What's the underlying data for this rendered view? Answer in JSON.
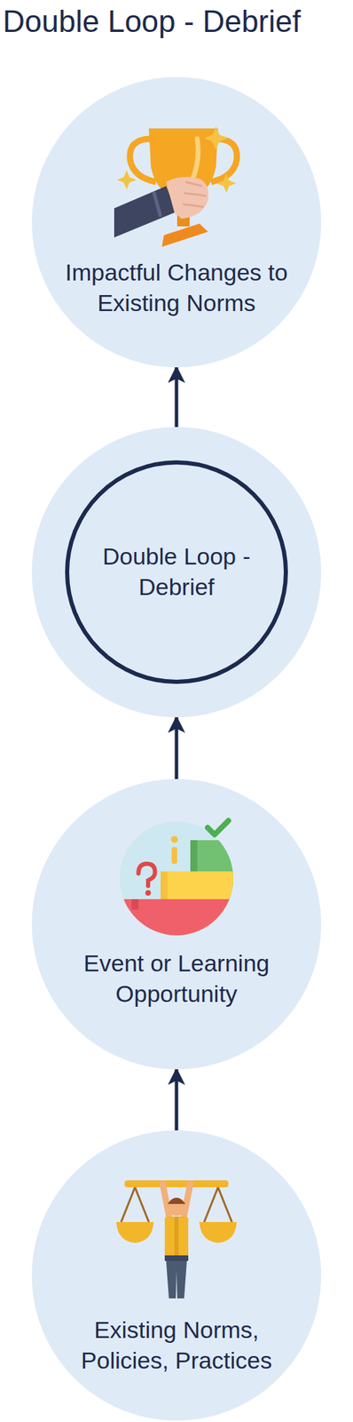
{
  "diagram": {
    "title": "Double Loop - Debrief",
    "nodes": [
      {
        "text": [
          "Impactful Changes to Existing Norms"
        ]
      },
      {
        "text": [
          "Double Loop - Debrief"
        ]
      },
      {
        "text": [
          "Event or Learning Opportunity"
        ]
      },
      {
        "text": [
          "Existing Norms, Policies, Practices"
        ]
      }
    ],
    "edges": [
      {
        "from": 3,
        "to": 2,
        "arrow": "to"
      },
      {
        "from": 2,
        "to": 1,
        "arrow": "to"
      },
      {
        "from": 1,
        "to": 0,
        "arrow": "to"
      }
    ]
  }
}
